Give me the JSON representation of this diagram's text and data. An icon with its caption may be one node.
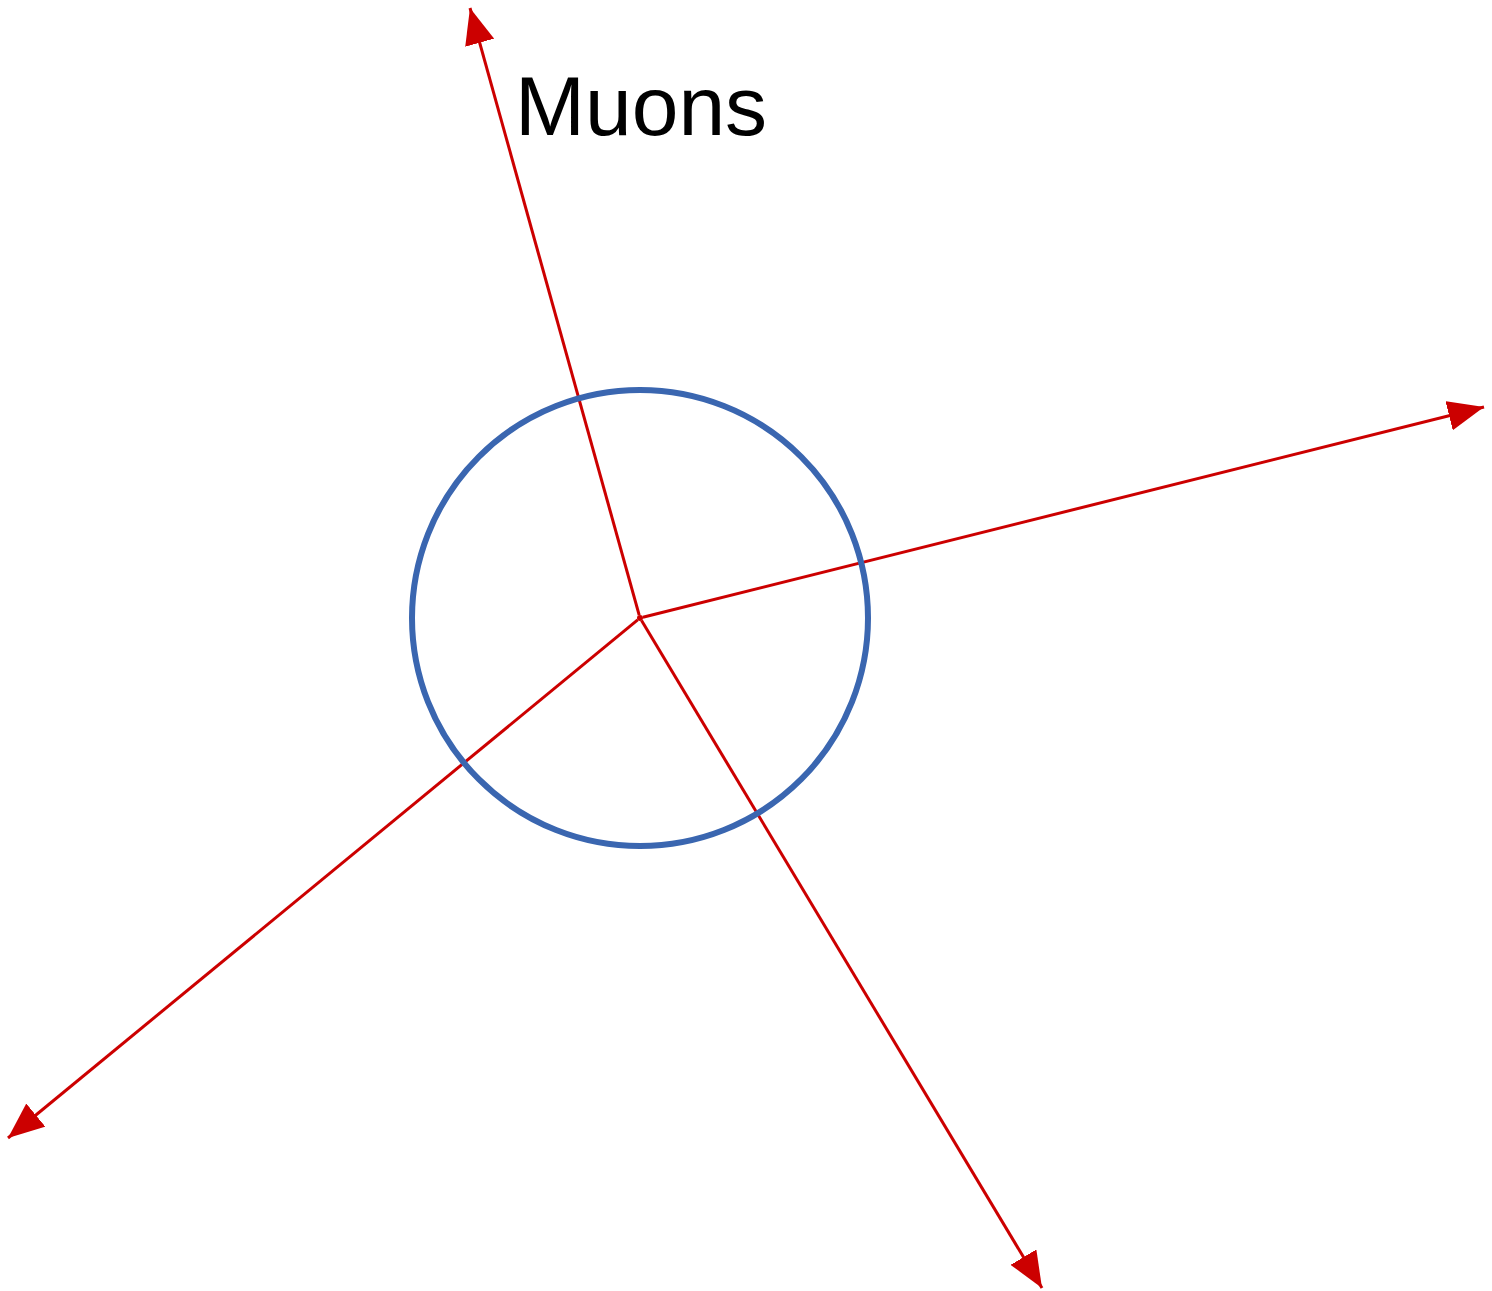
{
  "diagram": {
    "nodes": [
      {
        "text": [],
        "shape": "circle"
      },
      {
        "text": [],
        "shape": "point",
        "in": 0
      }
    ],
    "edges": [
      {
        "from": 1,
        "to": null,
        "arrow": "to",
        "color": "#cc0000"
      },
      {
        "from": 1,
        "to": null,
        "arrow": "to",
        "color": "#cc0000"
      },
      {
        "from": 1,
        "to": null,
        "arrow": "to",
        "color": "#cc0000"
      },
      {
        "from": 1,
        "to": null,
        "arrow": "to",
        "color": "#cc0000"
      }
    ],
    "labels": [
      "Muons"
    ]
  }
}
